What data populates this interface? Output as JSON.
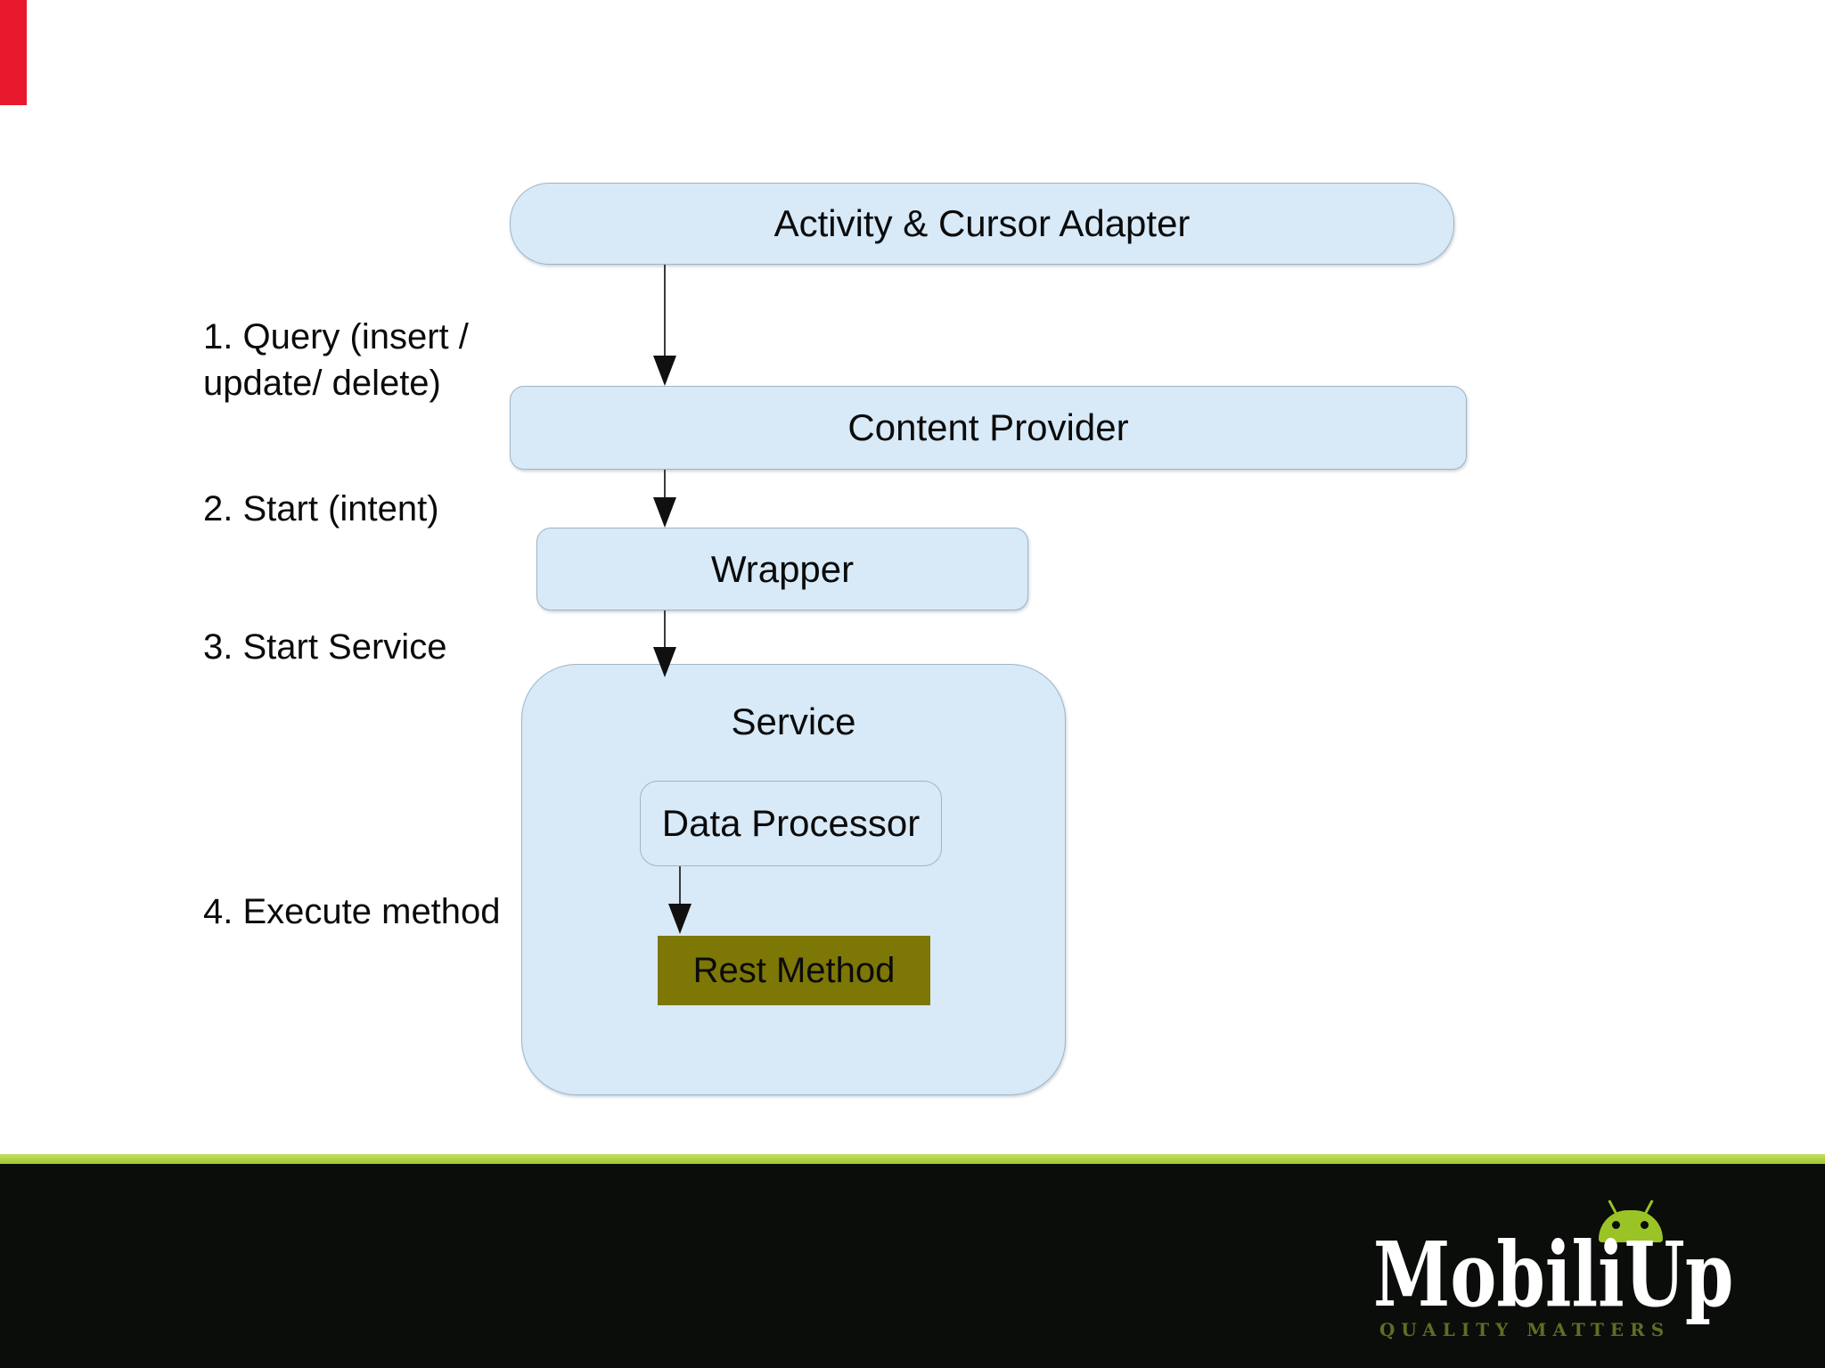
{
  "diagram": {
    "nodes": {
      "activity": "Activity & Cursor Adapter",
      "content_provider": "Content Provider",
      "wrapper": "Wrapper",
      "service": "Service",
      "data_processor": "Data Processor",
      "rest_method": "Rest Method"
    },
    "steps": [
      {
        "lines": [
          "1. Query (insert /",
          "update/ delete)"
        ]
      },
      {
        "lines": [
          "2. Start (intent)"
        ]
      },
      {
        "lines": [
          "3. Start Service"
        ]
      },
      {
        "lines": [
          "4. Execute method"
        ]
      }
    ]
  },
  "footer": {
    "logo": {
      "word_part1": "Mobili",
      "word_part2": "Up",
      "icon": "android-robot-icon",
      "tagline": "QUALITY MATTERS"
    }
  },
  "colors": {
    "node_fill": "#d8e9f7",
    "node_border": "#9fb6c6",
    "rest_method_fill": "#7d7706",
    "footer_bar_green": "#a8cc39",
    "footer_bg": "#0a0d0a",
    "android_green": "#9ac425",
    "tagline_olive": "#5f6d23",
    "corner_mark_red": "#e8182d"
  }
}
